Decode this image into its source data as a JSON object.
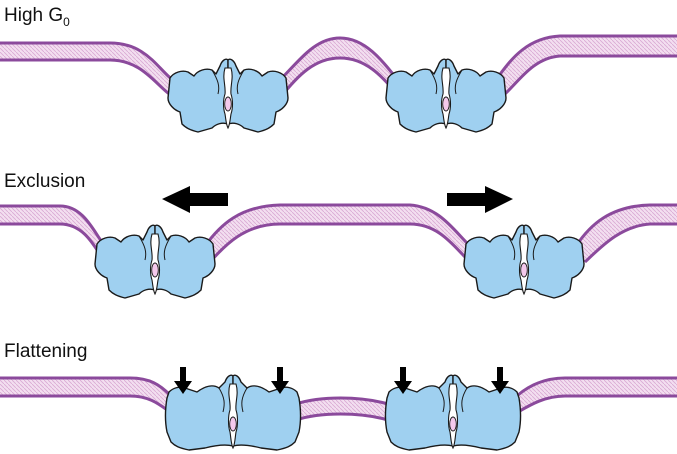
{
  "panels": [
    {
      "label": "High G",
      "label_sub": "0"
    },
    {
      "label": "Exclusion"
    },
    {
      "label": "Flattening"
    }
  ],
  "colors": {
    "membrane_fill": "#f3dff0",
    "membrane_edge": "#8b4a9c",
    "membrane_hatch": "#d9a9d4",
    "protein_fill": "#9fd0f0",
    "protein_stroke": "#1a1a1a",
    "pore_fill": "#f4c9ec",
    "arrow": "#000000",
    "text": "#111111"
  },
  "icons": {
    "exclusion_arrows": [
      "arrow-left-icon",
      "arrow-right-icon"
    ],
    "flattening_arrows": [
      "arrow-down-icon",
      "arrow-down-icon",
      "arrow-down-icon",
      "arrow-down-icon"
    ]
  }
}
